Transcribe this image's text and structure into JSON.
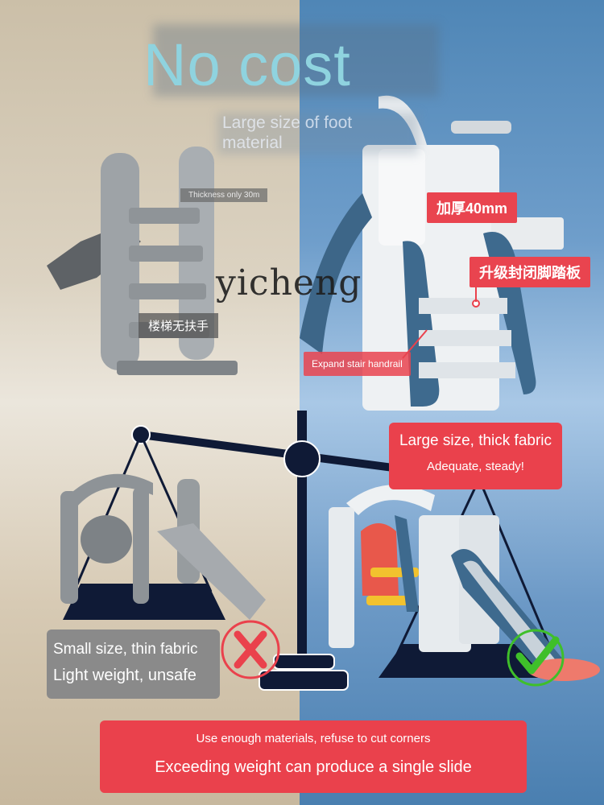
{
  "headline": "No cost",
  "subtitle": "Large size of foot material",
  "watermark": "yicheng",
  "labels": {
    "thickness": "Thickness only 30m",
    "no_handrail": "楼梯无扶手",
    "thick_40": "加厚40mm",
    "closed_pedal": "升级封闭脚踏板",
    "stair_handrail": "Expand stair handrail"
  },
  "good_box": {
    "line1": "Large size, thick fabric",
    "line2": "Adequate, steady!"
  },
  "bad_box": {
    "line1": "Small size, thin fabric",
    "line2": "Light weight, unsafe"
  },
  "banner": {
    "line1": "Use enough materials, refuse to cut corners",
    "line2": "Exceeding weight can produce a single slide"
  },
  "colors": {
    "accent_red": "#ea414c",
    "headline_cyan": "#8fd3df",
    "navy": "#0f1a36",
    "check_green": "#3fbf2a"
  }
}
